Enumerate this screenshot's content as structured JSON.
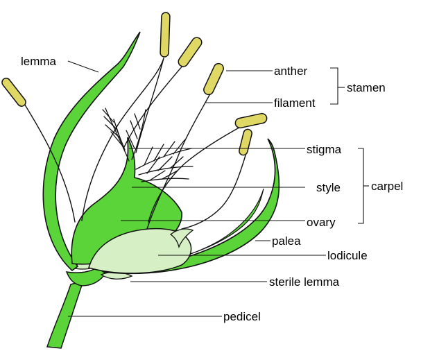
{
  "labels": {
    "lemma": "lemma",
    "anther": "anther",
    "filament": "filament",
    "stamen": "stamen",
    "stigma": "stigma",
    "style": "style",
    "ovary": "ovary",
    "carpel": "carpel",
    "palea": "palea",
    "lodicule": "lodicule",
    "sterile_lemma": "sterile lemma",
    "pedicel": "pedicel"
  },
  "colors": {
    "green": "#5ad438",
    "dark_green": "#2e9e1a",
    "pale_green": "#d6efc4",
    "anther_yellow": "#e0d864",
    "outline": "#111111"
  }
}
